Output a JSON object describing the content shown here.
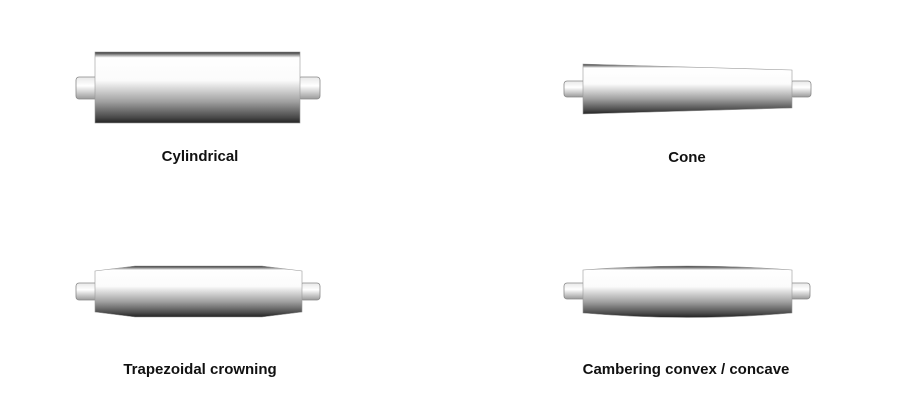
{
  "rollers": [
    {
      "shape": "cylindrical",
      "label": "Cylindrical"
    },
    {
      "shape": "cone",
      "label": "Cone"
    },
    {
      "shape": "trapezoidal-crowning",
      "label": "Trapezoidal crowning"
    },
    {
      "shape": "cambering",
      "label": "Cambering convex / concave"
    }
  ]
}
